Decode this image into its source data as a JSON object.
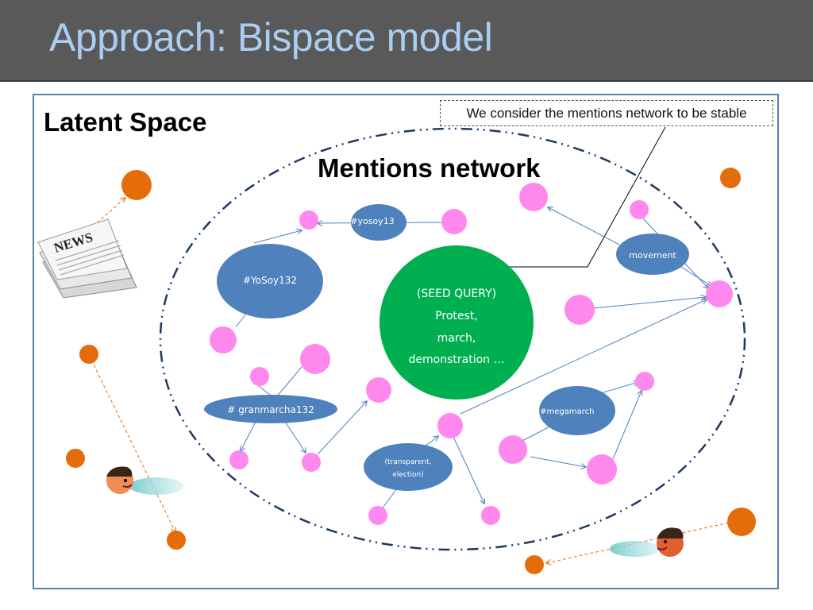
{
  "title": "Approach: Bispace model",
  "latent_space_label": "Latent Space",
  "network_label": "Mentions network",
  "callout_text": "We consider the mentions network to be stable",
  "seed_query": {
    "line1": "(SEED QUERY)",
    "line2": "Protest,",
    "line3": "march,",
    "line4": "demonstration …"
  },
  "hashtags": {
    "yosoy13": "#yosoy13",
    "yosoy132": "#YoSoy132",
    "movement": "movement",
    "granmarcha": "# granmarcha132",
    "megamarch": "\"#megamarch",
    "transparent_line1": "(transparent,",
    "transparent_line2": "election)"
  },
  "newspaper_text": "NEWS",
  "colors": {
    "title_bar": "#595959",
    "title_text": "#a9cdf3",
    "hashtag_node": "#4f81bd",
    "seed_node": "#00b050",
    "user_node": "#ff88ee",
    "latent_node": "#e46c0a",
    "edge": "#4f81bd"
  }
}
